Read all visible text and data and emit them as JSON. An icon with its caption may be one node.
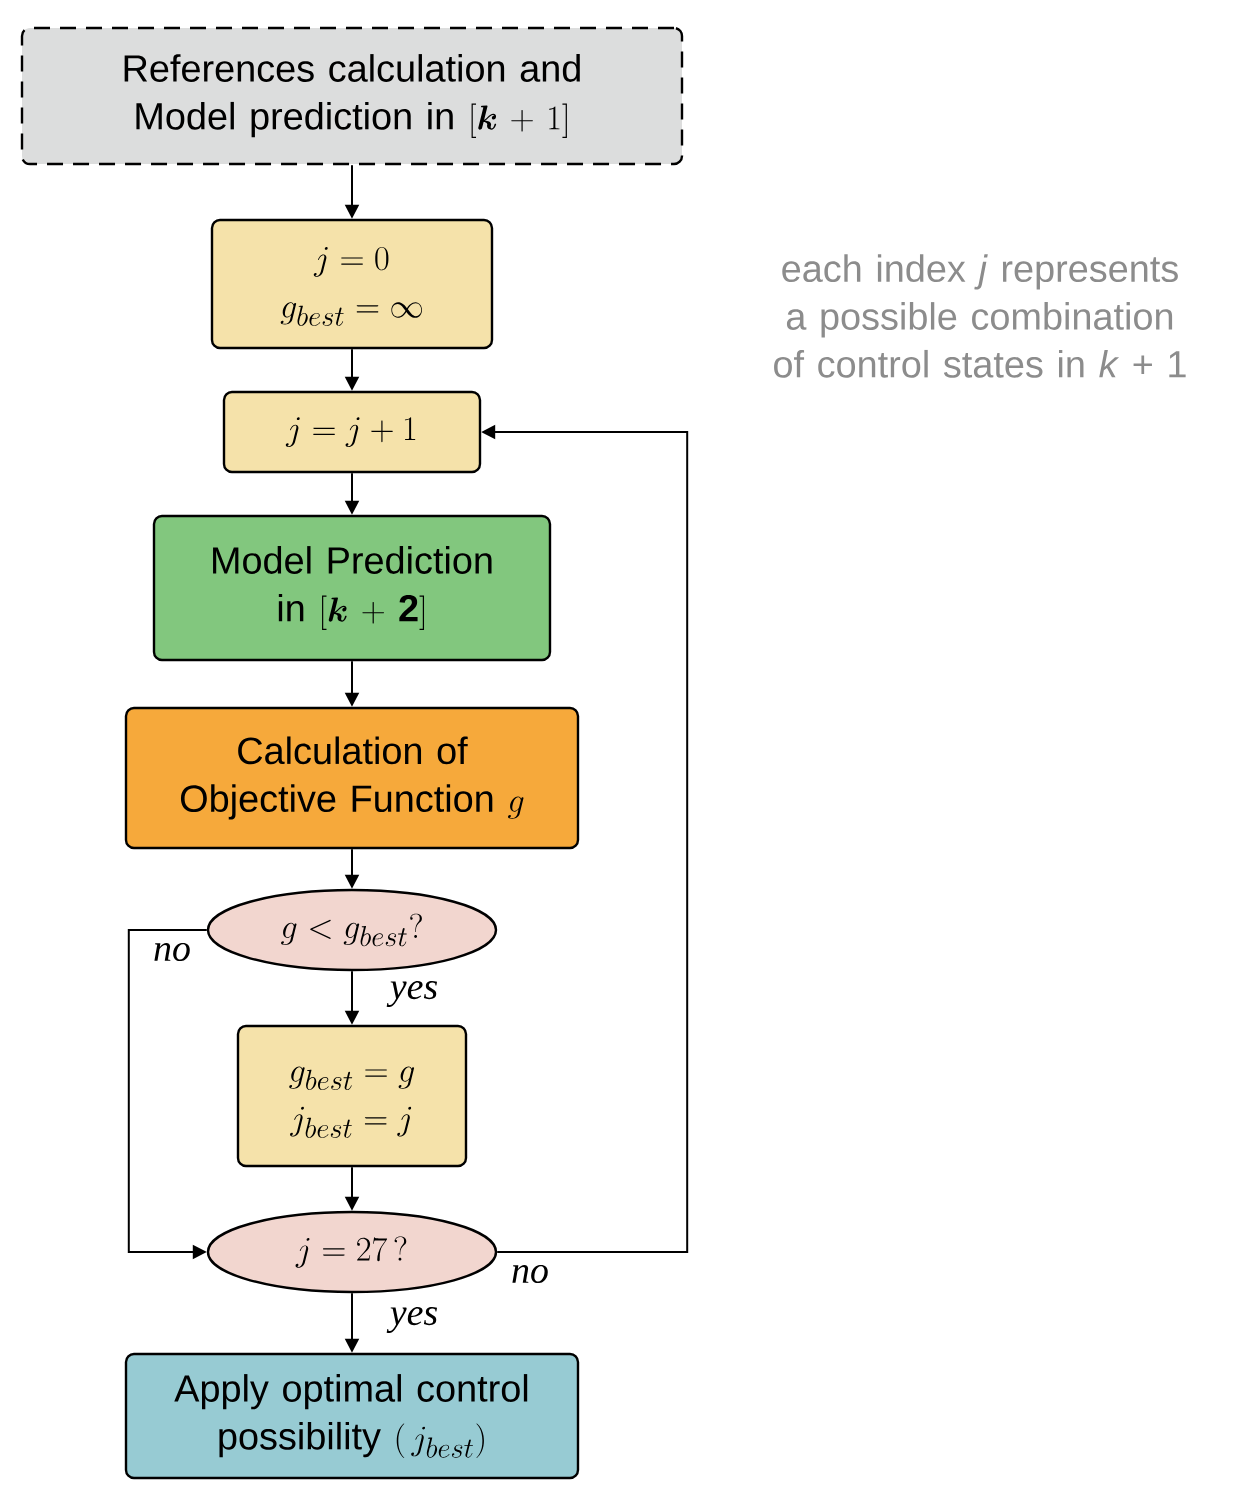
{
  "diagram": {
    "nodes": [
      {
        "text": [
          "References calculation and Model prediction in",
          "[\\boldsymbol{k}+1]"
        ]
      },
      {
        "text": [
          "j=0",
          "g_{best}=\\infty"
        ]
      },
      {
        "text": [
          "j=j+1"
        ]
      },
      {
        "text": [
          "Model Prediction in",
          "[\\boldsymbol{k}+\\mathbf{2}]"
        ]
      },
      {
        "text": [
          "Calculation of Objective Function",
          "g"
        ]
      },
      {
        "text": [
          "g<g_{best}?"
        ]
      },
      {
        "text": [
          "g_{best}=g",
          "j_{best}=j"
        ]
      },
      {
        "text": [
          "j=27\\,?"
        ]
      },
      {
        "text": [
          "Apply optimal control possibility",
          "(\\,j_{best})"
        ]
      }
    ],
    "edges": [
      {
        "from": 0,
        "to": 1,
        "arrow": "to"
      },
      {
        "from": 1,
        "to": 2,
        "arrow": "to"
      },
      {
        "from": 2,
        "to": 3,
        "arrow": "to"
      },
      {
        "from": 3,
        "to": 4,
        "arrow": "to"
      },
      {
        "from": 4,
        "to": 5,
        "arrow": "to"
      },
      {
        "from": 5,
        "to": 6,
        "arrow": "to",
        "label": "yes"
      },
      {
        "from": 6,
        "to": 7,
        "arrow": "to"
      },
      {
        "from": 5,
        "to": 7,
        "arrow": "to",
        "label": "no"
      },
      {
        "from": 7,
        "to": 2,
        "arrow": "to",
        "label": "no"
      },
      {
        "from": 7,
        "to": 8,
        "arrow": "to",
        "label": "yes"
      }
    ],
    "labels": [
      "each index *j* represents a possible combination of control states in *k* + 1"
    ]
  }
}
